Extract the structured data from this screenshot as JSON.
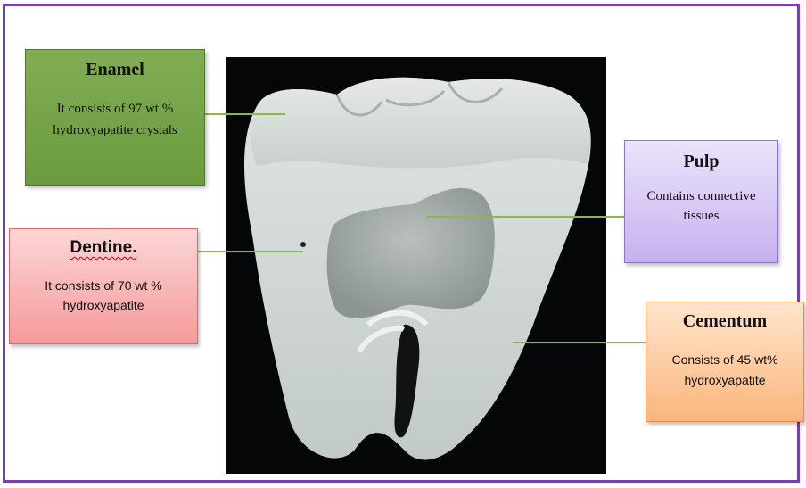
{
  "labels": {
    "enamel": {
      "title": "Enamel",
      "description": "It consists of 97 wt % hydroxyapatite crystals"
    },
    "dentine": {
      "title": "Dentine.",
      "description": "It consists of 70 wt % hydroxyapatite"
    },
    "pulp": {
      "title": "Pulp",
      "description": "Contains connective tissues"
    },
    "cementum": {
      "title": "Cementum",
      "description": "Consists of 45 wt% hydroxyapatite"
    }
  },
  "colors": {
    "frame": "#7a3fa8",
    "enamel_box": "#6b9a3e",
    "dentine_box": "#f59a9a",
    "pulp_box": "#c6b2ee",
    "cementum_box": "#fbb57c",
    "leader_line": "#8bb84e"
  }
}
